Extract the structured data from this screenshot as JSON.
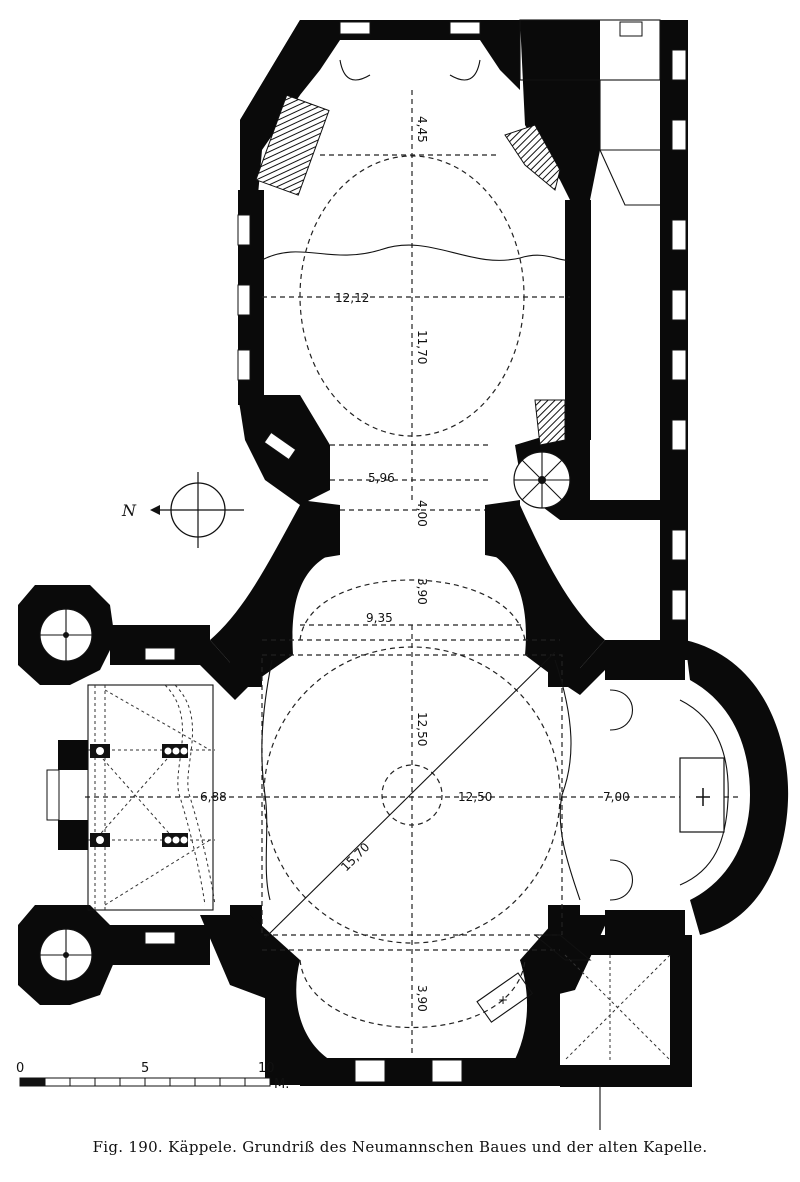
{
  "figure": {
    "caption": "Fig. 190.  Käppele.  Grundriß des Neumannschen Baues und der alten Kapelle."
  },
  "north_arrow": {
    "label": "N"
  },
  "scale_bar": {
    "ticks": [
      "0",
      "5",
      "10"
    ],
    "unit": "M."
  },
  "dimensions": {
    "choir_depth": "4,45",
    "choir_width": "12,12",
    "choir_length": "11,70",
    "passage_width": "5,96",
    "passage_length": "4,00",
    "north_arm_depth": "3,90",
    "north_arm_width": "9,35",
    "rotunda_length": "12,50",
    "rotunda_width": "12,50",
    "diagonal": "15,70",
    "west_width": "6,88",
    "east_width": "7,00",
    "south_arm_depth": "3,90"
  },
  "colors": {
    "ink": "#0a0a0a",
    "paper": "#ffffff"
  }
}
